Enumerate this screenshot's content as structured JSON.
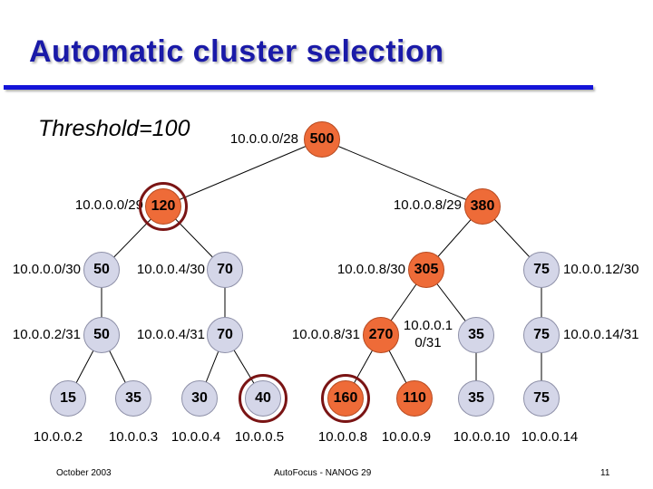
{
  "slide": {
    "title": "Automatic cluster selection",
    "threshold": "Threshold=100",
    "footer_left": "October 2003",
    "footer_center": "AutoFocus - NANOG 29",
    "page_number": "11"
  },
  "colors": {
    "title": "#1a1aa8",
    "rule": "#1414d8",
    "grey_node": "#d4d6e8",
    "orange_node": "#ee6b38",
    "selection_ring": "#7a1414"
  },
  "nodes": {
    "root": {
      "prefix": "10.0.0.0/28",
      "count": "500"
    },
    "n0_29": {
      "prefix": "10.0.0.0/29",
      "count": "120"
    },
    "n8_29": {
      "prefix": "10.0.0.8/29",
      "count": "380"
    },
    "n0_30": {
      "prefix": "10.0.0.0/30",
      "count": "50"
    },
    "n4_30": {
      "prefix": "10.0.0.4/30",
      "count": "70"
    },
    "n8_30": {
      "prefix": "10.0.0.8/30",
      "count": "305"
    },
    "n12_30": {
      "prefix": "10.0.0.12/30",
      "count": "75"
    },
    "n2_31": {
      "prefix": "10.0.0.2/31",
      "count": "50"
    },
    "n4_31": {
      "prefix": "10.0.0.4/31",
      "count": "70"
    },
    "n8_31": {
      "prefix": "10.0.0.8/31",
      "count": "270"
    },
    "n10_31": {
      "prefix_line1": "10.0.0.1",
      "prefix_line2": "0/31",
      "count": "35"
    },
    "n14_31": {
      "prefix": "10.0.0.14/31",
      "count": "75"
    }
  },
  "leaves": [
    {
      "addr": "10.0.0.2",
      "count": "15"
    },
    {
      "addr": "10.0.0.3",
      "count": "35"
    },
    {
      "addr": "10.0.0.4",
      "count": "30"
    },
    {
      "addr": "10.0.0.5",
      "count": "40"
    },
    {
      "addr": "10.0.0.8",
      "count": "160"
    },
    {
      "addr": "10.0.0.9",
      "count": "110"
    },
    {
      "addr": "10.0.0.10",
      "count": "35"
    },
    {
      "addr": "10.0.0.14",
      "count": "75"
    }
  ]
}
